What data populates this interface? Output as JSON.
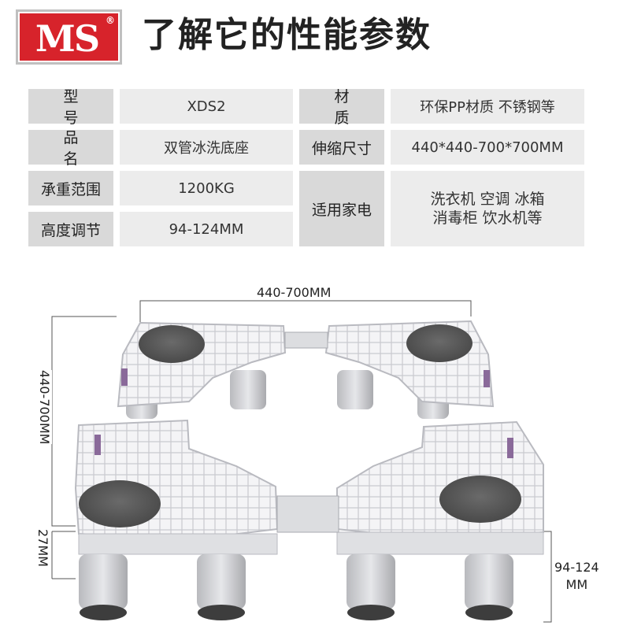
{
  "brand": {
    "logo_text": "MS",
    "registered": "®",
    "color": "#d7232b"
  },
  "headline": "了解它的性能参数",
  "specs": {
    "model_label": "型 号",
    "model_value": "XDS2",
    "name_label": "品 名",
    "name_value": "双管冰洗底座",
    "load_label": "承重范围",
    "load_value": "1200KG",
    "height_label": "高度调节",
    "height_value": "94-124MM",
    "material_label": "材 质",
    "material_value": "环保PP材质 不锈钢等",
    "size_label": "伸缩尺寸",
    "size_value": "440*440-700*700MM",
    "appliance_label": "适用家电",
    "appliance_line1": "洗衣机 空调 冰箱",
    "appliance_line2": "消毒柜 饮水机等"
  },
  "dimensions": {
    "width": "440-700MM",
    "depth": "440-700MM",
    "thickness": "27MM",
    "height_line1": "94-124",
    "height_line2": "MM"
  },
  "colors": {
    "label_bg": "#d9d9d9",
    "value_bg": "#ececec",
    "pad": "#5a5a5a",
    "clip": "#8a6a9a"
  }
}
